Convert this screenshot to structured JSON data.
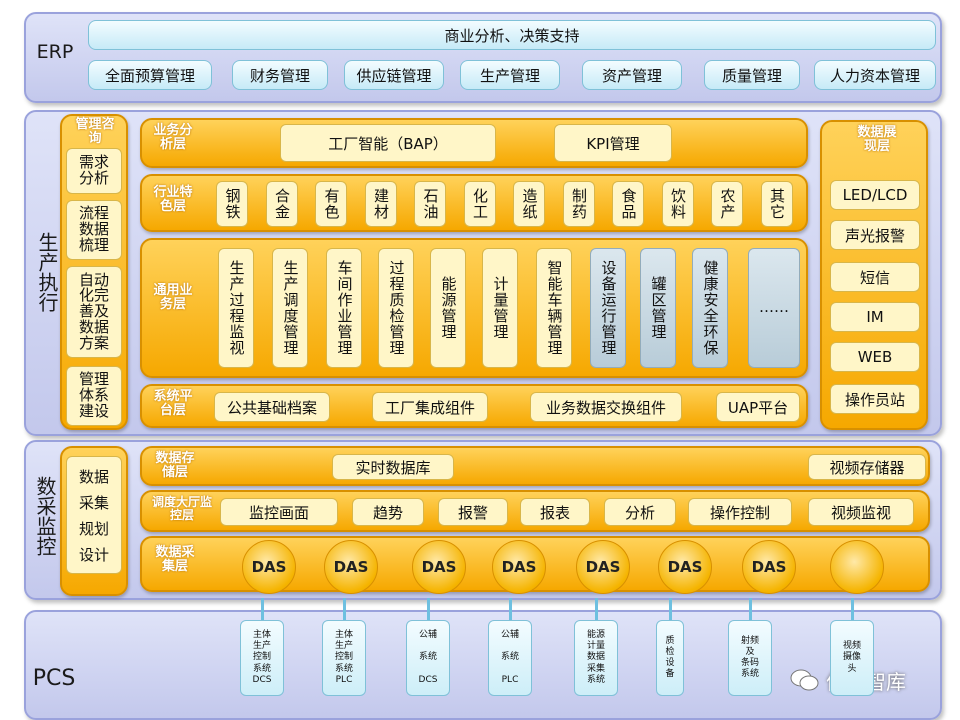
{
  "erp": {
    "label": "ERP",
    "top_bar": "商业分析、决策支持",
    "modules": [
      "全面预算管理",
      "财务管理",
      "供应链管理",
      "生产管理",
      "资产管理",
      "质量管理",
      "人力资本管理"
    ]
  },
  "production": {
    "label": "生产执行",
    "consulting": {
      "title": "管理咨询",
      "items": [
        "需求分析",
        "流程数据梳理",
        "自动化完善及数据方案",
        "管理体系建设"
      ]
    },
    "business_analysis": {
      "label": "业务分析层",
      "items": [
        "工厂智能（BAP）",
        "KPI管理"
      ]
    },
    "industry": {
      "label": "行业特色层",
      "items": [
        "钢铁",
        "合金",
        "有色",
        "建材",
        "石油",
        "化工",
        "造纸",
        "制药",
        "食品",
        "饮料",
        "农产",
        "其它"
      ]
    },
    "general_business": {
      "label": "通用业务层",
      "items": [
        "生产过程监视",
        "生产调度管理",
        "车间作业管理",
        "过程质检管理",
        "能源管理",
        "计量管理",
        "智能车辆管理",
        "设备运行管理",
        "罐区管理",
        "健康安全环保",
        "……"
      ]
    },
    "system_platform": {
      "label": "系统平台层",
      "items": [
        "公共基础档案",
        "工厂集成组件",
        "业务数据交换组件",
        "UAP平台"
      ]
    },
    "display": {
      "label": "数据展现层",
      "items": [
        "LED/LCD",
        "声光报警",
        "短信",
        "IM",
        "WEB",
        "操作员站"
      ]
    }
  },
  "data_acquisition": {
    "label": "数采监控",
    "side_items": [
      "数据",
      "采集",
      "规划",
      "设计"
    ],
    "storage": {
      "label": "数据存储层",
      "realtime_db": "实时数据库",
      "video_storage": "视频存储器"
    },
    "monitor": {
      "label": "调度大厅监控层",
      "items": [
        "监控画面",
        "趋势",
        "报警",
        "报表",
        "分析",
        "操作控制",
        "视频监视"
      ]
    },
    "collection": {
      "label": "数据采集层",
      "das": [
        "DAS",
        "DAS",
        "DAS",
        "DAS",
        "DAS",
        "DAS",
        "DAS"
      ]
    }
  },
  "pcs": {
    "label": "PCS",
    "items": [
      "主体\n生产\n控制\n系统\nDCS",
      "主体\n生产\n控制\n系统\nPLC",
      "公辅\n\n系统\n\nDCS",
      "公辅\n\n系统\n\nPLC",
      "能源\n计量\n数据\n采集\n系统",
      "质\n检\n设\n备",
      "射频\n及\n条码\n系统",
      "视频\n摄像\n头"
    ]
  },
  "watermark": "优享智库"
}
